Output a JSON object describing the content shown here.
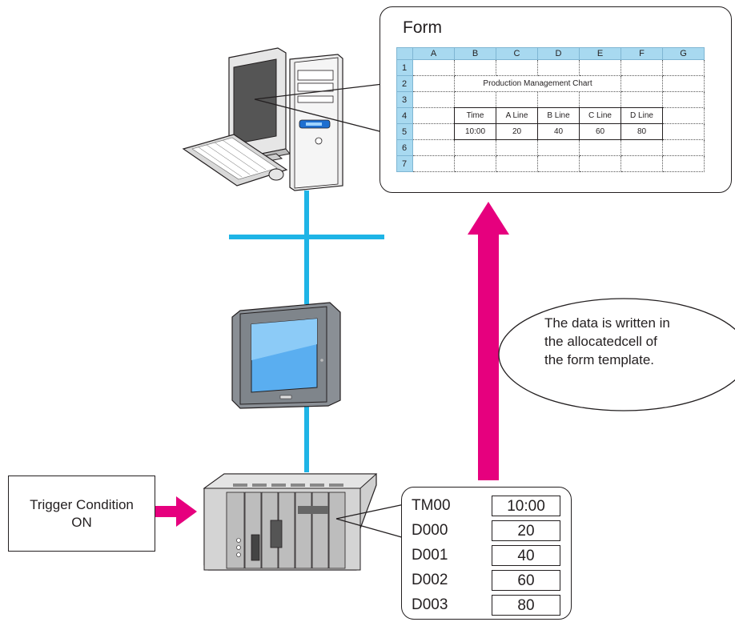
{
  "form": {
    "title": "Form",
    "columns": [
      "A",
      "B",
      "C",
      "D",
      "E",
      "F",
      "G"
    ],
    "rows": [
      "1",
      "2",
      "3",
      "4",
      "5",
      "6",
      "7"
    ],
    "chart_title": "Production Management Chart",
    "headers": [
      "Time",
      "A Line",
      "B Line",
      "C Line",
      "D Line"
    ],
    "values": [
      "10:00",
      "20",
      "40",
      "60",
      "80"
    ]
  },
  "callout": {
    "lines": [
      "The data is written in",
      "the allocatedcell of",
      "the form template."
    ]
  },
  "trigger": {
    "lines": [
      "Trigger Condition",
      "ON"
    ]
  },
  "devices": [
    {
      "name": "TM00",
      "value": "10:00"
    },
    {
      "name": "D000",
      "value": "20"
    },
    {
      "name": "D001",
      "value": "40"
    },
    {
      "name": "D002",
      "value": "60"
    },
    {
      "name": "D003",
      "value": "80"
    }
  ],
  "colors": {
    "network": "#1eb4e6",
    "arrow": "#e6007e",
    "sheet_header": "#a8d9f0"
  }
}
